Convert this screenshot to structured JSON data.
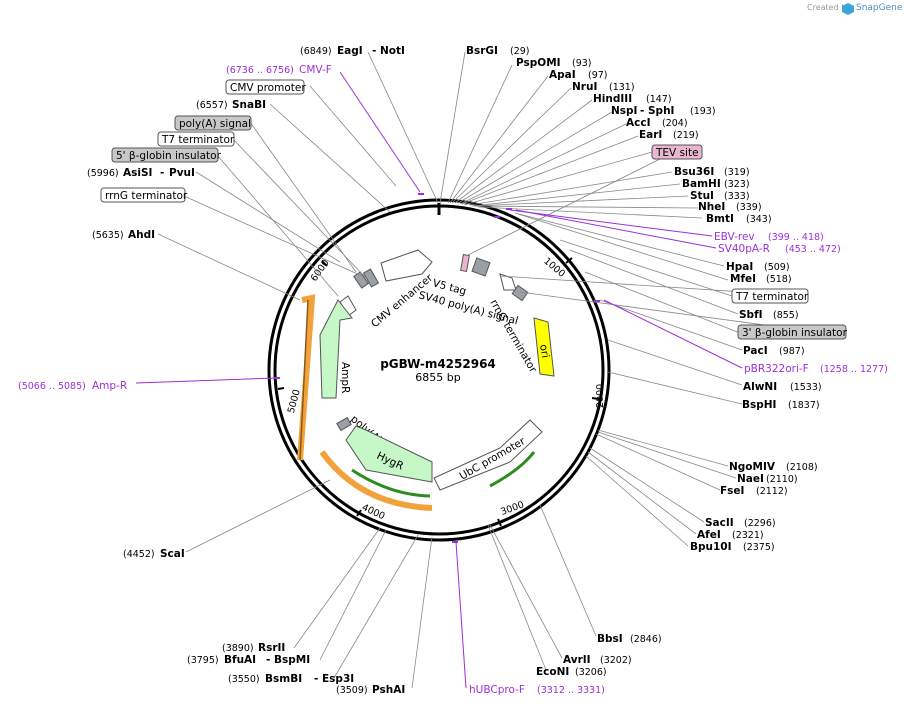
{
  "branding": {
    "created_by": "Created by",
    "product": "SnapGene"
  },
  "plasmid": {
    "name": "pGBW-m4252964",
    "length": "6855 bp"
  },
  "ticks": [
    "1000",
    "2000",
    "3000",
    "4000",
    "5000",
    "6000"
  ],
  "enzymes": [
    {
      "name": "EagI",
      "name2": "NotI",
      "pos": "(6849)"
    },
    {
      "name": "BsrGI",
      "pos": "(29)"
    },
    {
      "name": "PspOMI",
      "pos": "(93)"
    },
    {
      "name": "ApaI",
      "pos": "(97)"
    },
    {
      "name": "NruI",
      "pos": "(131)"
    },
    {
      "name": "HindIII",
      "pos": "(147)"
    },
    {
      "name": "NspI",
      "name2": "SphI",
      "pos": "(193)"
    },
    {
      "name": "AccI",
      "pos": "(204)"
    },
    {
      "name": "EarI",
      "pos": "(219)"
    },
    {
      "name": "Bsu36I",
      "pos": "(319)"
    },
    {
      "name": "BamHI",
      "pos": "(323)"
    },
    {
      "name": "StuI",
      "pos": "(333)"
    },
    {
      "name": "NheI",
      "pos": "(339)"
    },
    {
      "name": "BmtI",
      "pos": "(343)"
    },
    {
      "name": "HpaI",
      "pos": "(509)"
    },
    {
      "name": "MfeI",
      "pos": "(518)"
    },
    {
      "name": "SbfI",
      "pos": "(855)"
    },
    {
      "name": "PacI",
      "pos": "(987)"
    },
    {
      "name": "AlwNI",
      "pos": "(1533)"
    },
    {
      "name": "BspHI",
      "pos": "(1837)"
    },
    {
      "name": "NgoMIV",
      "pos": "(2108)"
    },
    {
      "name": "NaeI",
      "pos": "(2110)"
    },
    {
      "name": "FseI",
      "pos": "(2112)"
    },
    {
      "name": "SacII",
      "pos": "(2296)"
    },
    {
      "name": "AfeI",
      "pos": "(2321)"
    },
    {
      "name": "Bpu10I",
      "pos": "(2375)"
    },
    {
      "name": "BbsI",
      "pos": "(2846)"
    },
    {
      "name": "AvrII",
      "pos": "(3202)"
    },
    {
      "name": "EcoNI",
      "pos": "(3206)"
    },
    {
      "name": "PshAI",
      "pos": "(3509)"
    },
    {
      "name": "BsmBI",
      "name2": "Esp3I",
      "pos": "(3550)"
    },
    {
      "name": "BfuAI",
      "name2": "BspMI",
      "pos": "(3795)"
    },
    {
      "name": "RsrII",
      "pos": "(3890)"
    },
    {
      "name": "ScaI",
      "pos": "(4452)"
    },
    {
      "name": "AhdI",
      "pos": "(5635)"
    },
    {
      "name": "AsiSI",
      "name2": "PvuI",
      "pos": "(5996)"
    },
    {
      "name": "SnaBI",
      "pos": "(6557)"
    }
  ],
  "primers": [
    {
      "name": "CMV-F",
      "pos": "(6736 .. 6756)"
    },
    {
      "name": "EBV-rev",
      "pos": "(399 .. 418)"
    },
    {
      "name": "SV40pA-R",
      "pos": "(453 .. 472)"
    },
    {
      "name": "pBR322ori-F",
      "pos": "(1258 .. 1277)"
    },
    {
      "name": "hUBCpro-F",
      "pos": "(3312 .. 3331)"
    },
    {
      "name": "Amp-R",
      "pos": "(5066 .. 5085)"
    }
  ],
  "feature_boxes": [
    "CMV promoter",
    "poly(A) signal",
    "T7 terminator",
    "5' β-globin insulator",
    "rrnG terminator",
    "TEV site",
    "T7 terminator",
    "3' β-globin insulator"
  ],
  "inner_features": {
    "cmv_enhancer": "CMV enhancer",
    "v5_tag": "V5 tag",
    "sv40_polya": "SV40 poly(A) signal",
    "rrng_terminator": "rrnG terminator",
    "ori": "ori",
    "ampr": "AmpR",
    "polya_signal": "poly(A) signal",
    "hygr": "HygR",
    "ubc_promoter": "UbC promoter"
  },
  "colors": {
    "primer": "#9b30d9",
    "ori": "#ffff00",
    "resistance": "#c6f7c6",
    "orf_orange": "#f2a23a",
    "orf_green": "#2e8b1f",
    "misc_gray": "#9aa0a6",
    "tev": "#e8b6d0"
  }
}
